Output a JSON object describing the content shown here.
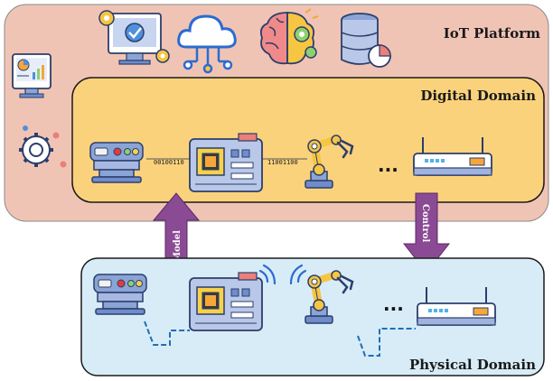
{
  "diagram": {
    "iot_platform_label": "IoT Platform",
    "digital_domain_label": "Digital Domain",
    "physical_domain_label": "Physical Domain",
    "model_label": "Model",
    "control_label": "Control",
    "bitstream_1": "00100110",
    "bitstream_2": "11001100",
    "ellipsis_digital": "...",
    "ellipsis_physical": "...",
    "colors": {
      "iot_platform_fill": "#f0c4b4",
      "digital_domain_fill": "#fbd27c",
      "physical_domain_fill": "#d7ecf7",
      "arrow_fill": "#8b4a94",
      "cable": "#1f6fb5"
    },
    "icons": {
      "platform_top": [
        "monitor-gear-icon",
        "cloud-network-icon",
        "brain-gears-icon",
        "database-chart-icon"
      ],
      "platform_left": [
        "dashboard-monitor-icon",
        "gear-network-icon"
      ],
      "digital_row": [
        "server-icon",
        "circuit-board-icon",
        "robot-arm-icon",
        "router-icon"
      ],
      "physical_row": [
        "server-icon",
        "circuit-board-icon",
        "robot-arm-icon",
        "router-icon"
      ]
    }
  }
}
